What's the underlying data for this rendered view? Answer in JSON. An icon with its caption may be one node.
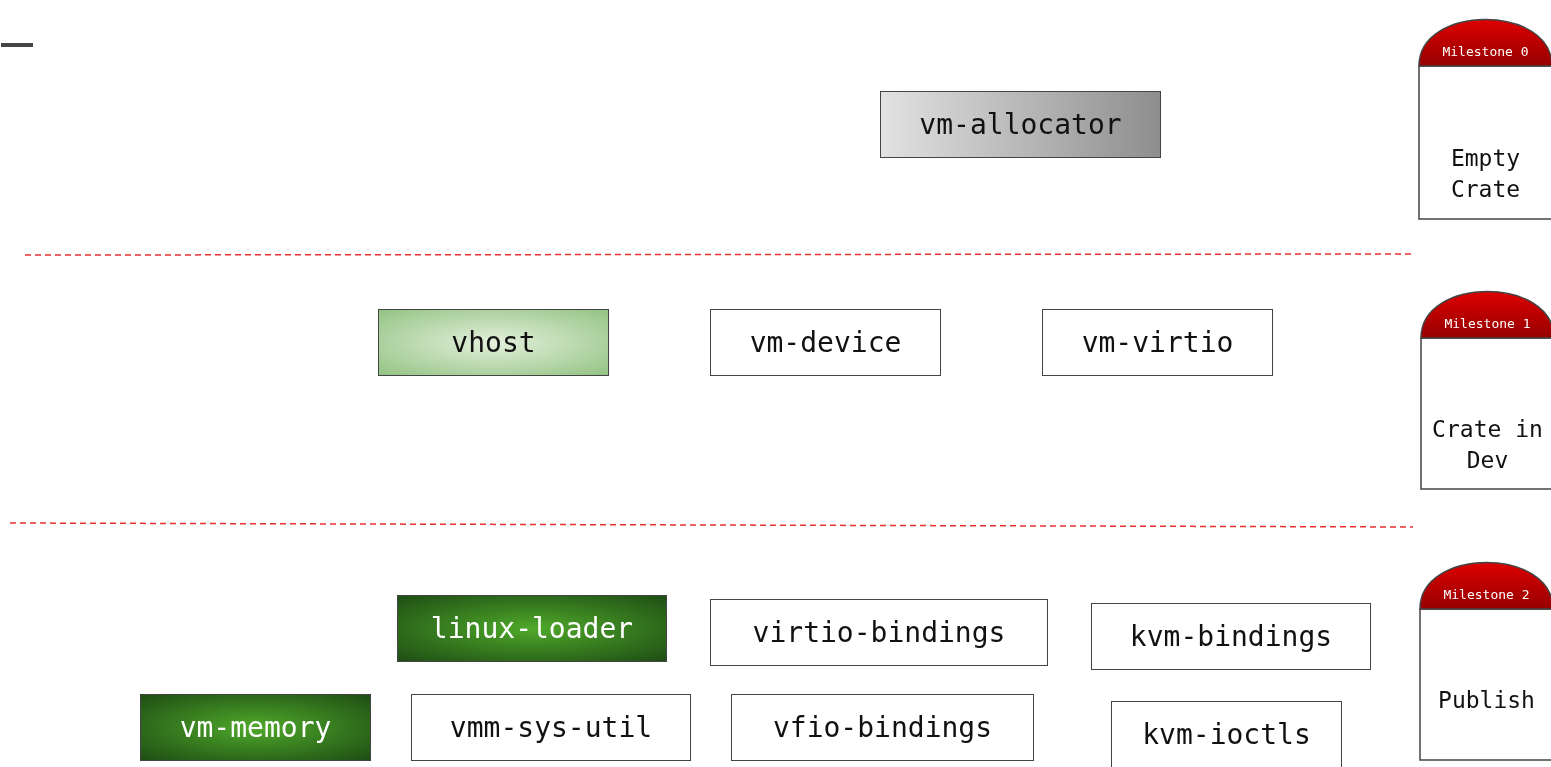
{
  "diagram": {
    "nodes": [
      {
        "text": [
          "vm-allocator"
        ]
      },
      {
        "text": [
          "Milestone 0",
          "Empty Crate"
        ]
      },
      {
        "text": [
          "vhost"
        ]
      },
      {
        "text": [
          "vm-device"
        ]
      },
      {
        "text": [
          "vm-virtio"
        ]
      },
      {
        "text": [
          "Milestone 1",
          "Crate in Dev"
        ]
      },
      {
        "text": [
          "Milestone 2",
          "Publish"
        ]
      },
      {
        "text": [
          "linux-loader"
        ]
      },
      {
        "text": [
          "virtio-bindings"
        ]
      },
      {
        "text": [
          "kvm-bindings"
        ]
      },
      {
        "text": [
          "vm-memory"
        ]
      },
      {
        "text": [
          "vmm-sys-util"
        ]
      },
      {
        "text": [
          "vfio-bindings"
        ]
      },
      {
        "text": [
          "kvm-ioctls"
        ]
      }
    ],
    "edges": []
  }
}
